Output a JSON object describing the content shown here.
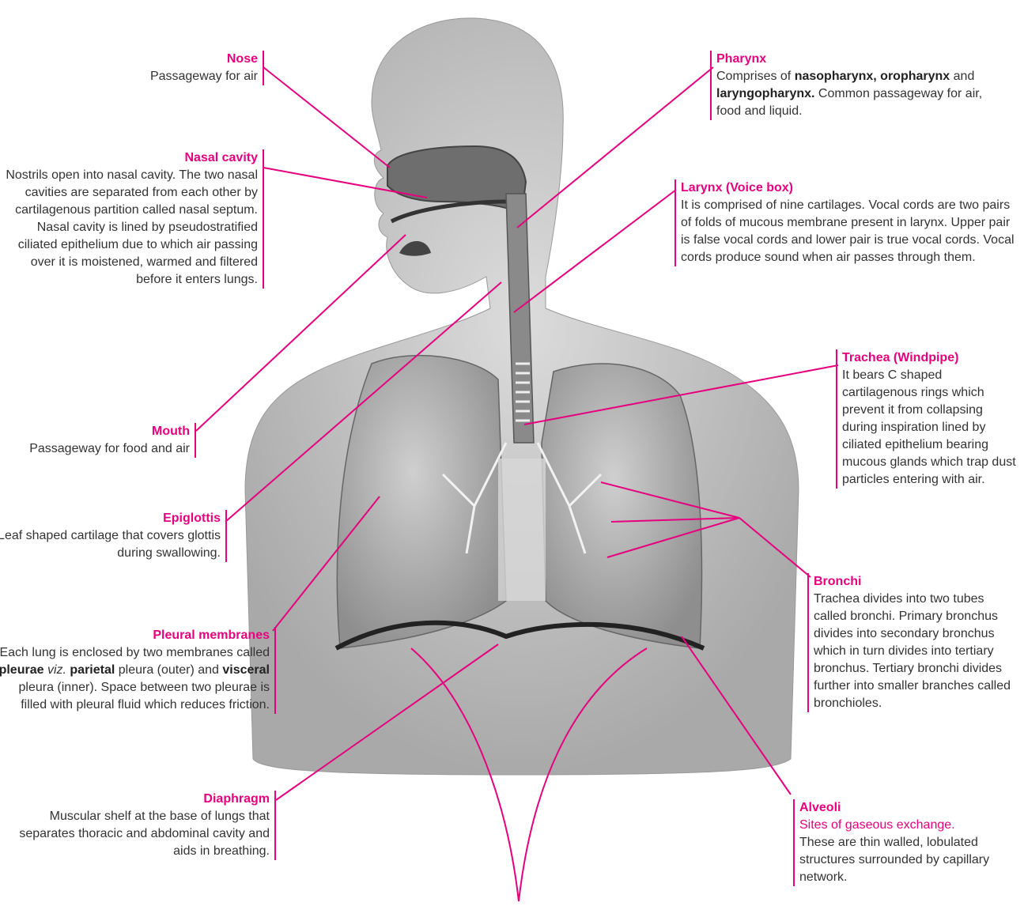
{
  "labels": {
    "nose": {
      "title": "Nose",
      "body": "Passageway for air"
    },
    "nasal_cavity": {
      "title": "Nasal cavity",
      "body": "Nostrils open into nasal cavity. The two nasal cavities are separated from each other by cartilagenous partition called nasal septum. Nasal cavity is lined by pseudostratified ciliated epithelium due to which air passing over it is moistened, warmed and filtered before it enters lungs."
    },
    "mouth": {
      "title": "Mouth",
      "body": "Passageway for food and air"
    },
    "epiglottis": {
      "title": "Epiglottis",
      "body": "Leaf shaped cartilage that covers glottis  during swallowing."
    },
    "pleural": {
      "title": "Pleural membranes",
      "b1": "Each lung is enclosed by two membranes called ",
      "b2": "pleurae",
      "b3": " viz. ",
      "b4": "parietal",
      "b5": " pleura (outer) and ",
      "b6": "visceral",
      "b7": " pleura (inner). Space between two pleurae is filled with pleural fluid which reduces friction."
    },
    "diaphragm": {
      "title": "Diaphragm",
      "body": "Muscular shelf at the base of lungs that separates thoracic and abdominal cavity and aids in breathing."
    },
    "pharynx": {
      "title": "Pharynx",
      "b1": "Comprises of ",
      "b2": "nasopharynx, oropharynx",
      "b3": " and ",
      "b4": "laryngopharynx.",
      "b5": " Common passageway for air, food and liquid."
    },
    "larynx": {
      "title": "Larynx (Voice box)",
      "body": "It is comprised of nine cartilages. Vocal cords are two pairs of folds of mucous membrane present in larynx. Upper pair is false vocal cords and lower pair is true vocal cords. Vocal cords produce sound when air passes through them."
    },
    "trachea": {
      "title": "Trachea (Windpipe)",
      "body": "It bears C shaped cartilagenous rings which prevent it from collapsing during inspiration lined by ciliated epithelium bearing mucous glands which trap dust particles entering with air."
    },
    "bronchi": {
      "title": "Bronchi",
      "body": "Trachea divides into two tubes called bronchi. Primary bronchus divides into secondary bronchus which in turn divides into tertiary bronchus. Tertiary bronchi divides further into smaller branches called bronchioles."
    },
    "alveoli": {
      "title": "Alveoli",
      "highlight": "Sites of gaseous exchange.",
      "body": "These are thin walled, lobulated structures surrounded by capillary network."
    }
  },
  "colors": {
    "accent": "#e6007e",
    "skin": "#c9c9c9",
    "lung": "#a7a7a7"
  }
}
